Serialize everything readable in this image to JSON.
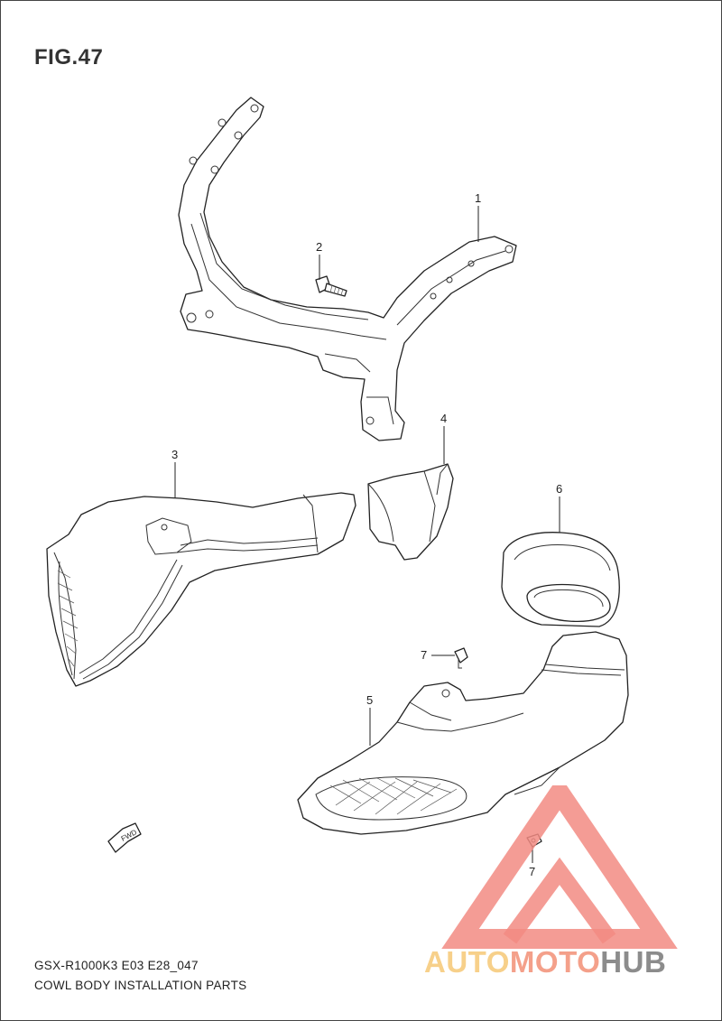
{
  "figure": {
    "title": "FIG.47"
  },
  "callouts": [
    "1",
    "2",
    "3",
    "4",
    "5",
    "6",
    "7",
    "7"
  ],
  "direction_arrow": {
    "label": "FWD",
    "icon": "forward-arrow-icon"
  },
  "footer": {
    "model_code": "GSX-R1000K3 E03 E28_047",
    "caption": "COWL BODY INSTALLATION PARTS"
  },
  "watermark": {
    "word_1": "AUTO",
    "word_2": "MOTO",
    "word_3": "HUB",
    "colors": {
      "auto": "#f7d08a",
      "moto": "#f4a08a",
      "hub": "#8c8c8c",
      "logo": "#f28b82"
    }
  }
}
